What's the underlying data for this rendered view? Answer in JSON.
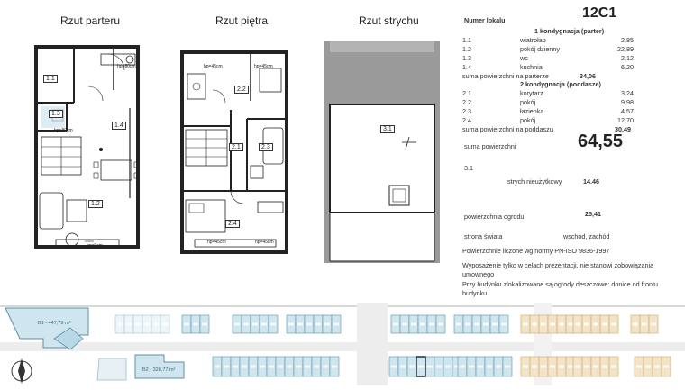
{
  "plans": {
    "ground": {
      "title": "Rzut parteru",
      "rooms": [
        "1.1",
        "1.2",
        "1.3",
        "1.4"
      ],
      "marks": [
        "hp=80cm",
        "hp=80cm",
        "hp=0cm"
      ]
    },
    "upper": {
      "title": "Rzut piętra",
      "rooms": [
        "2.1",
        "2.2",
        "2.3",
        "2.4"
      ],
      "marks": [
        "hp=45cm",
        "hp=45cm",
        "hp=45cm",
        "hp=45cm"
      ]
    },
    "attic": {
      "title": "Rzut strychu",
      "rooms": [
        "3.1"
      ]
    }
  },
  "unit": {
    "label": "Numer lokalu",
    "id": "12C1",
    "floor1_header": "1 kondygnacja (parter)",
    "floor1": [
      {
        "num": "1.1",
        "name": "wiatrołap",
        "area": "2,85"
      },
      {
        "num": "1.2",
        "name": "pokój dzienny",
        "area": "22,89"
      },
      {
        "num": "1.3",
        "name": "wc",
        "area": "2,12"
      },
      {
        "num": "1.4",
        "name": "kuchnia",
        "area": "6,20"
      }
    ],
    "floor1_sum_label": "suma powierzchni na parterze",
    "floor1_sum": "34,06",
    "floor2_header": "2 kondygnacja (poddasze)",
    "floor2": [
      {
        "num": "2.1",
        "name": "korytarz",
        "area": "3,24"
      },
      {
        "num": "2.2",
        "name": "pokój",
        "area": "9,98"
      },
      {
        "num": "2.3",
        "name": "łazienka",
        "area": "4,57"
      },
      {
        "num": "2.4",
        "name": "pokój",
        "area": "12,70"
      }
    ],
    "floor2_sum_label": "suma powierzchni na poddaszu",
    "floor2_sum": "30,49",
    "total_label": "suma powierzchni",
    "total": "64,55",
    "attic_num": "3.1",
    "attic_label": "strych nieużytkowy",
    "attic_area": "14.46",
    "garden_label": "powierzchnia ogrodu",
    "garden_area": "25,41",
    "orientation_label": "strona świata",
    "orientation": "wschód, zachód",
    "note1": "Powierzchnie liczone wg normy PN-ISO 9836-1997",
    "note2": "Wyposażenie tylko w celach prezentacji, nie stanowi zobowiązania umownego",
    "note3": "Przy budynku zlokalizowane są ogrody deszczowe: donice od frontu budynku"
  },
  "site": {
    "b1_label": "B1 - 447,79 m²",
    "b2_label": "B2 - 328,77 m²"
  },
  "colors": {
    "blue_fill": "#cfe6ef",
    "blue_stroke": "#5c8fa5",
    "tan_fill": "#f3e4c7",
    "tan_stroke": "#c9a56b",
    "highlight": "#2f3b47"
  }
}
